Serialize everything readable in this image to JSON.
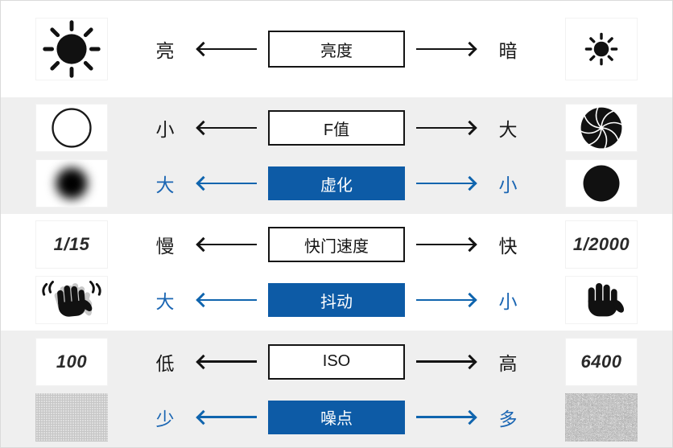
{
  "colors": {
    "accent_blue_box": "#0d5ba6",
    "blue_text": "#1b66b3",
    "blue_arrow": "#1065ae",
    "line_black": "#141414",
    "band_background": "#efefef"
  },
  "rows": [
    {
      "name": "brightness",
      "lines": [
        {
          "tone": "black",
          "left_icon": "sun-bright-icon",
          "left_label": "亮",
          "center_label": "亮度",
          "right_label": "暗",
          "right_icon": "sun-dim-icon"
        }
      ]
    },
    {
      "name": "aperture",
      "lines": [
        {
          "tone": "black",
          "left_icon": "aperture-open-ring-icon",
          "left_label": "小",
          "center_label": "F值",
          "right_label": "大",
          "right_icon": "aperture-blades-icon"
        },
        {
          "tone": "blue",
          "left_icon": "large-blur-dot-icon",
          "left_label": "大",
          "center_label": "虚化",
          "right_label": "小",
          "right_icon": "small-solid-dot-icon"
        }
      ]
    },
    {
      "name": "shutter-speed",
      "lines": [
        {
          "tone": "black",
          "left_icon_text": "1/15",
          "left_label": "慢",
          "center_label": "快门速度",
          "right_label": "快",
          "right_icon_text": "1/2000"
        },
        {
          "tone": "blue",
          "left_icon": "shaking-hand-icon",
          "left_label": "大",
          "center_label": "抖动",
          "right_label": "小",
          "right_icon": "steady-hand-icon"
        }
      ]
    },
    {
      "name": "iso",
      "lines": [
        {
          "tone": "black",
          "left_icon_text": "100",
          "left_label": "低",
          "center_label": "ISO",
          "right_label": "高",
          "right_icon_text": "6400"
        },
        {
          "tone": "blue",
          "left_icon": "fine-grain-texture",
          "left_label": "少",
          "center_label": "噪点",
          "right_label": "多",
          "right_icon": "coarse-noise-texture"
        }
      ]
    }
  ]
}
